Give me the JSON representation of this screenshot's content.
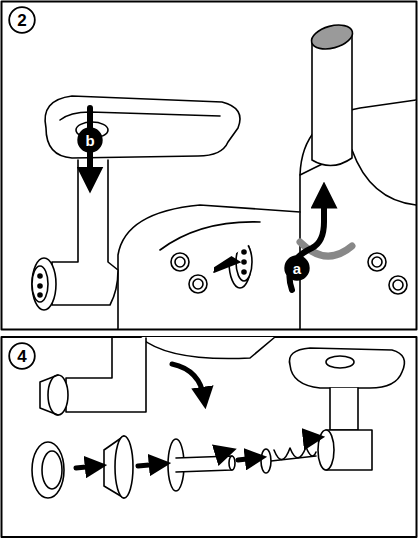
{
  "diagram": {
    "nodes": [
      {
        "text": [
          "2"
        ]
      },
      {
        "text": [
          "a"
        ]
      },
      {
        "text": [
          "b"
        ]
      },
      {
        "text": [
          "4"
        ]
      }
    ]
  }
}
